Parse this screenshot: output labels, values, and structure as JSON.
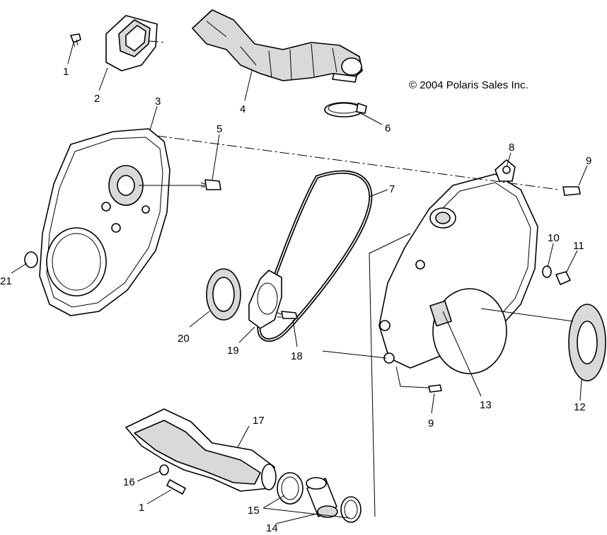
{
  "copyright": "© 2004 Polaris Sales Inc.",
  "callouts": {
    "c1a": "1",
    "c1b": "1",
    "c2": "2",
    "c3": "3",
    "c4": "4",
    "c5": "5",
    "c6": "6",
    "c7": "7",
    "c8": "8",
    "c9a": "9",
    "c9b": "9",
    "c10": "10",
    "c11": "11",
    "c12": "12",
    "c13": "13",
    "c14": "14",
    "c15": "15",
    "c16": "16",
    "c17": "17",
    "c18": "18",
    "c19": "19",
    "c20": "20",
    "c21": "21"
  }
}
